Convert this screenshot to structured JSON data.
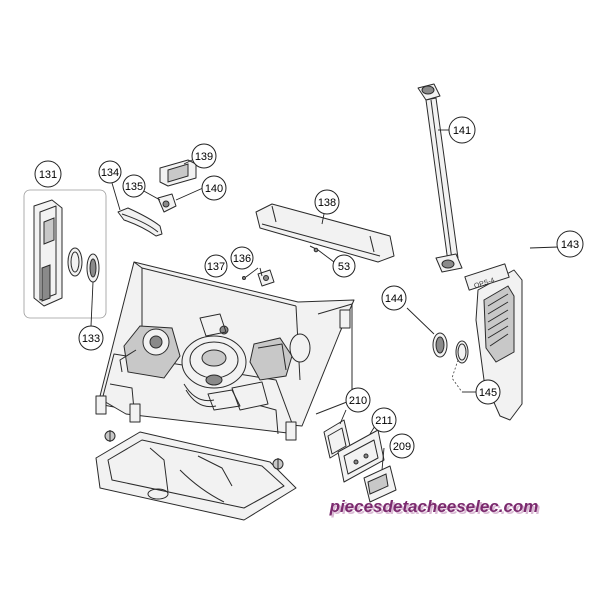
{
  "diagram": {
    "callouts": {
      "c131": "131",
      "c133": "133",
      "c134": "134",
      "c135": "135",
      "c136": "136",
      "c137": "137",
      "c138": "138",
      "c139": "139",
      "c140": "140",
      "c141": "141",
      "c143": "143",
      "c144": "144",
      "c145": "145",
      "c53": "53",
      "c209": "209",
      "c210": "210",
      "c211": "211"
    },
    "part_tag_143": "OPS-4"
  },
  "watermark": {
    "text": "piecesdetacheeselec.com",
    "color": "#7b2a6e",
    "shadow_color": "#d9b9d3"
  }
}
